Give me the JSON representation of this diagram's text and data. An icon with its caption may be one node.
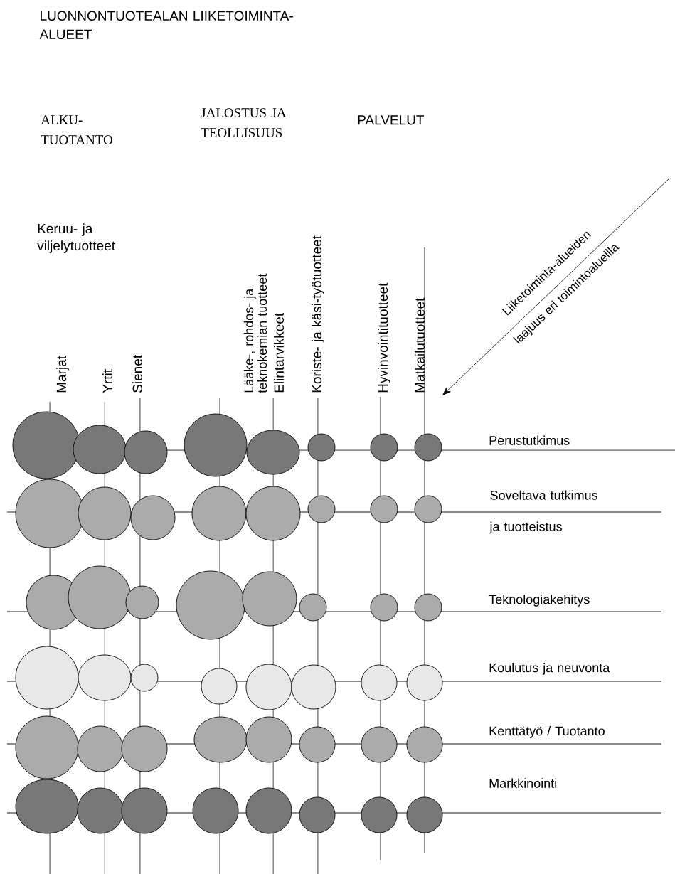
{
  "diagram": {
    "title": "LUONNONTUOTEALAN LIIKETOIMINTA-ALUEET",
    "labels": [
      "ALKU- TUOTANTO",
      "JALOSTUS JA TEOLLISUUS",
      "PALVELUT",
      "Keruu- ja viljelytuotteet",
      "Marjat",
      "Yrtit",
      "Sienet",
      "Lääke-, rohdos- ja teknokemian tuotteet",
      "Elintarvikkeet",
      "Koriste- ja käsi-työtuotteet",
      "Hyvinvointituotteet",
      "Matkailutuotteet",
      "Liiketoiminta-alueiden laajuus eri toimintoalueilla",
      "Perustutkimus",
      "Soveltava tutkimus ja tuotteistus",
      "Teknologiakehitys",
      "Koulutus ja neuvonta",
      "Kenttätyö / Tuotanto",
      "Markkinointi"
    ]
  }
}
